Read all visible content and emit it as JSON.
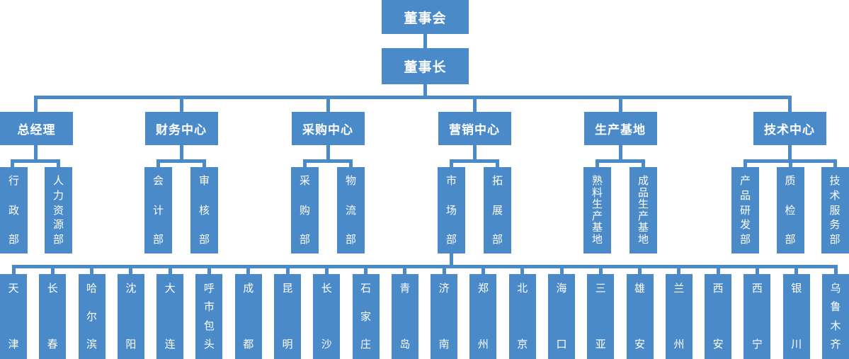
{
  "colors": {
    "accent": "#4a8ac9",
    "text": "#ffffff",
    "background": "#ffffff"
  },
  "org": {
    "board": "董事会",
    "chairman": "董事长",
    "divisions": [
      {
        "label": "总经理",
        "children": [
          "行政部",
          "人力资源部"
        ]
      },
      {
        "label": "财务中心",
        "children": [
          "会计部",
          "审核部"
        ]
      },
      {
        "label": "采购中心",
        "children": [
          "采购部",
          "物流部"
        ]
      },
      {
        "label": "营销中心",
        "children": [
          "市场部",
          "拓展部"
        ]
      },
      {
        "label": "生产基地",
        "children": [
          "熟料生产基地",
          "成品生产基地"
        ]
      },
      {
        "label": "技术中心",
        "children": [
          "产品研发部",
          "质检部",
          "技术服务部"
        ]
      }
    ],
    "regional_offices_parent": "市场部",
    "regional_offices": [
      "天津",
      "长春",
      "哈尔滨",
      "沈阳",
      "大连",
      "呼市包头",
      "成都",
      "昆明",
      "长沙",
      "石家庄",
      "青岛",
      "济南",
      "郑州",
      "北京",
      "海口",
      "三亚",
      "雄安",
      "兰州",
      "西安",
      "西宁",
      "银川",
      "乌鲁木齐"
    ]
  }
}
